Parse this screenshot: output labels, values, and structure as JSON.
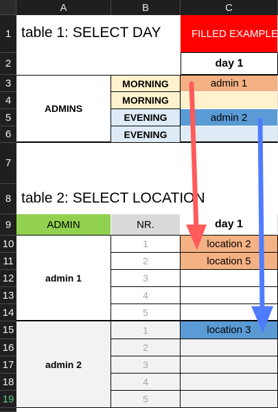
{
  "columns": [
    "A",
    "B",
    "C"
  ],
  "rows": [
    "1",
    "2",
    "3",
    "4",
    "5",
    "6",
    "7",
    "8",
    "9",
    "10",
    "11",
    "12",
    "13",
    "14",
    "15",
    "16",
    "17",
    "18",
    "19"
  ],
  "table1": {
    "title": "table 1: SELECT DAY",
    "filled_example": "FILLED EXAMPLE",
    "day_header": "day 1",
    "admins_label": "ADMINS",
    "shifts": [
      "MORNING",
      "MORNING",
      "EVENING",
      "EVENING"
    ],
    "day_values": [
      "admin 1",
      "",
      "admin 2",
      ""
    ]
  },
  "table2": {
    "title": "table 2: SELECT LOCATION",
    "header_admin": "ADMIN",
    "header_nr": "NR.",
    "header_day": "day 1",
    "admin1_label": "admin 1",
    "admin2_label": "admin 2",
    "numbers": [
      "1",
      "2",
      "3",
      "4",
      "5"
    ],
    "admin1_locations": [
      "location 2",
      "location 5",
      "",
      "",
      ""
    ],
    "admin2_locations": [
      "location 3",
      "",
      "",
      "",
      ""
    ]
  },
  "colors": {
    "red_fill": "#ff0000",
    "orange_fill": "#f4b183",
    "light_yellow": "#fff2cc",
    "light_blue": "#deebf7",
    "blue_fill": "#5b9bd5",
    "green_header": "#92d050",
    "grey_header": "#d9d9d9",
    "light_grey": "#f2f2f2",
    "red_arrow": "#ff5b5b",
    "blue_arrow": "#4f7cff",
    "selected_row_number": "#64c88c"
  }
}
